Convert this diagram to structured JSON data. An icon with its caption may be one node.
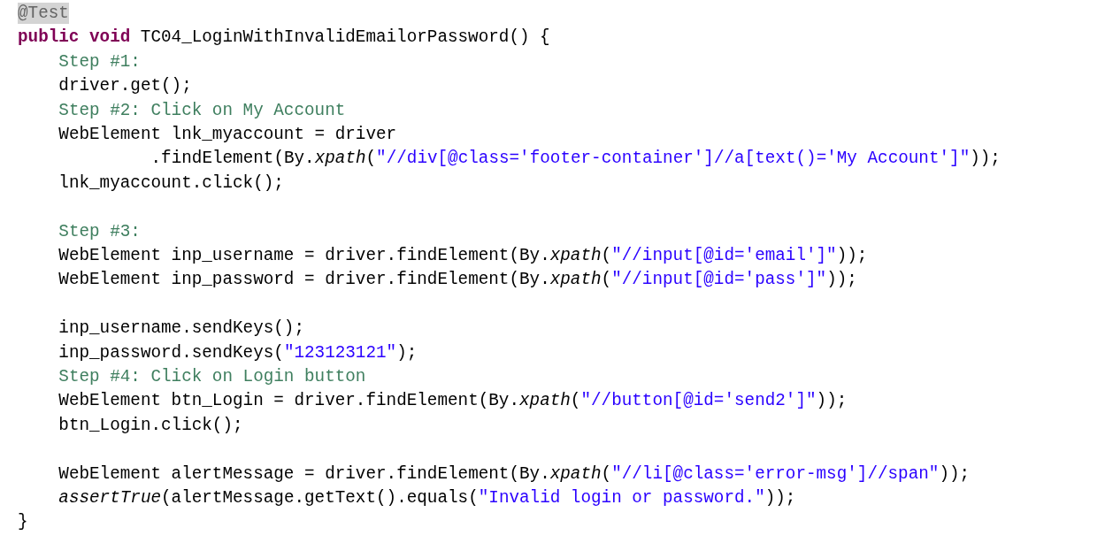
{
  "diagram": {
    "labels": [
      "@Test",
      "public void TC04_LoginWithInvalidEmailorPassword() {",
      "Step #1:",
      "driver.get();",
      "Step #2: Click on My Account",
      "WebElement lnk_myaccount = driver",
      ".findElement(By.*xpath*(\"//div[@class='footer-container']//a[text()='My Account']\"));",
      "lnk_myaccount.click();",
      "Step #3:",
      "WebElement inp_username = driver.findElement(By.*xpath*(\"//input[@id='email']\"));",
      "WebElement inp_password = driver.findElement(By.*xpath*(\"//input[@id='pass']\"));",
      "inp_username.sendKeys();",
      "inp_password.sendKeys(\"123123121\");",
      "Step #4: Click on Login button",
      "WebElement btn_Login = driver.findElement(By.*xpath*(\"//button[@id='send2']\"));",
      "btn_Login.click();",
      "WebElement alertMessage = driver.findElement(By.*xpath*(\"//li[@class='error-msg']//span\"));",
      "*assertTrue*(alertMessage.getText().equals(\"Invalid login or password.\"));",
      "}"
    ]
  }
}
